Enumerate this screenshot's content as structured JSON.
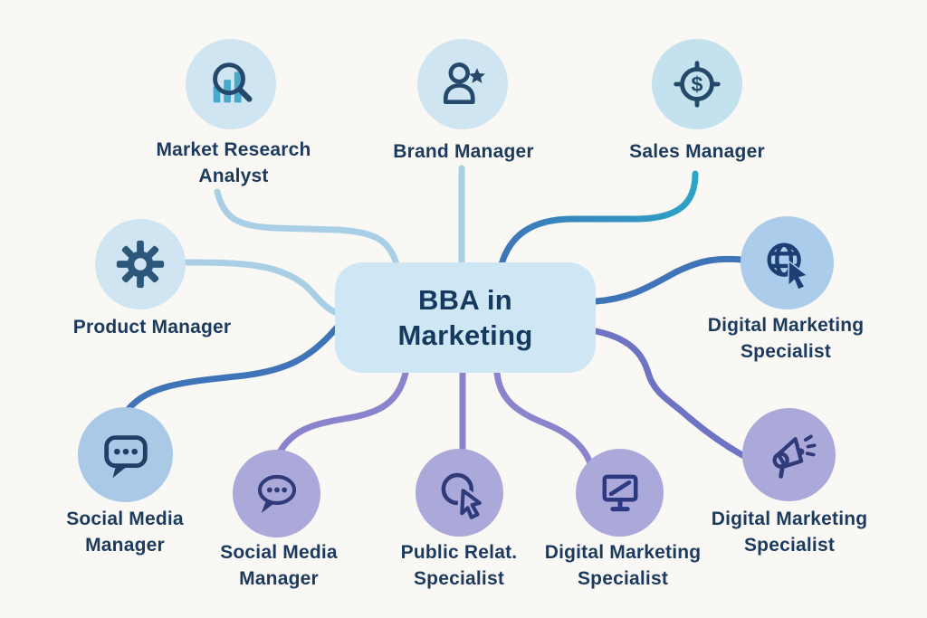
{
  "diagram": {
    "type": "mind-map",
    "center": {
      "title": "BBA in\nMarketing"
    },
    "nodes": [
      {
        "id": "market-research-analyst",
        "label": "Market Research\nAnalyst",
        "icon": "magnifier-bar-chart-icon"
      },
      {
        "id": "brand-manager",
        "label": "Brand Manager",
        "icon": "person-star-icon"
      },
      {
        "id": "sales-manager",
        "label": "Sales Manager",
        "icon": "target-dollar-icon"
      },
      {
        "id": "product-manager",
        "label": "Product Manager",
        "icon": "gear-icon"
      },
      {
        "id": "digital-marketing-specialist-right",
        "label": "Digital Marketing\nSpecialist",
        "icon": "globe-cursor-icon"
      },
      {
        "id": "social-media-manager-left",
        "label": "Social Media\nManager",
        "icon": "chat-bubble-icon"
      },
      {
        "id": "social-media-manager-bottom",
        "label": "Social Media\nManager",
        "icon": "chat-bubble-icon"
      },
      {
        "id": "public-relations-specialist",
        "label": "Public Relat.\nSpecialist",
        "icon": "click-cursor-icon"
      },
      {
        "id": "digital-marketing-specialist-bottom",
        "label": "Digital Marketing\nSpecialist",
        "icon": "monitor-icon"
      },
      {
        "id": "digital-marketing-specialist-bottom-right",
        "label": "Digital Marketing\nSpecialist",
        "icon": "megaphone-icon"
      }
    ],
    "colors": {
      "background": "#FAF8F4",
      "center_box_fill": "#CFE7F4",
      "text_navy": "#1C3A5E",
      "icon_navy": "#24496B",
      "icon_indigo": "#2F3A78",
      "circle_light_blue": "#CFE5F2",
      "circle_cyan": "#C3E2EE",
      "circle_periwinkle": "#ABCDEB",
      "circle_blue": "#A9C9E7",
      "circle_lavender": "#ABA8DA",
      "connector_light_blue": "#A9CFE6",
      "connector_teal": "#2AA6C6",
      "connector_steel_blue": "#3F74B8",
      "connector_purple": "#8A84CD",
      "connector_indigo": "#6E73C3",
      "bar_chart_teal": "#4AA9CA"
    }
  }
}
